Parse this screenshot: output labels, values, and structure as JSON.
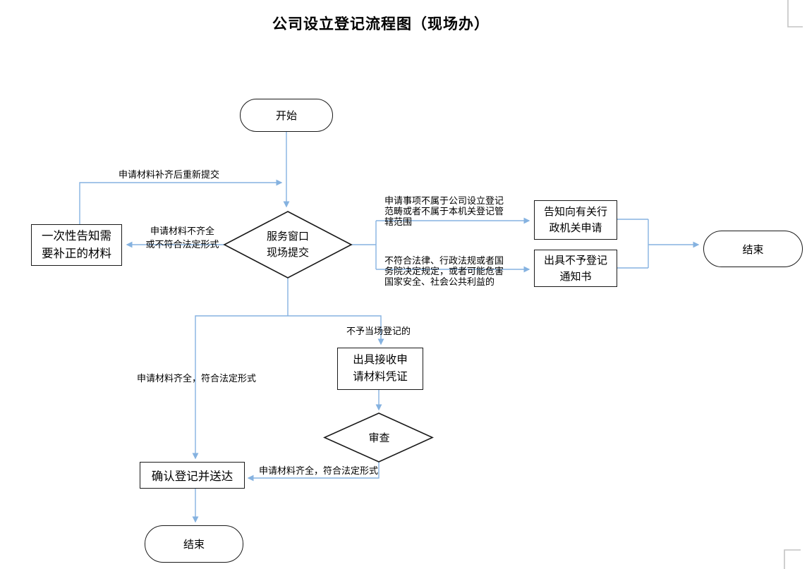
{
  "title": "公司设立登记流程图（现场办）",
  "colors": {
    "connector": "#85b2e0",
    "shape_border": "#191919",
    "text": "#000000",
    "margin_mark": "#c3c3c3"
  },
  "nodes": {
    "start": {
      "label": "开始",
      "shape": "oval"
    },
    "submit_decision": {
      "label": "服务窗口\n现场提交",
      "shape": "diamond"
    },
    "notify_correction": {
      "label": "一次性告知需\n要补正的材料",
      "shape": "rect"
    },
    "notify_other_authority": {
      "label": "告知向有关行\n政机关申请",
      "shape": "rect"
    },
    "rejection_notice": {
      "label": "出具不予登记\n通知书",
      "shape": "rect"
    },
    "end_right": {
      "label": "结束",
      "shape": "oval"
    },
    "receipt_voucher": {
      "label": "出具接收申\n请材料凭证",
      "shape": "rect"
    },
    "review_decision": {
      "label": "审查",
      "shape": "diamond"
    },
    "confirm_register": {
      "label": "确认登记并送达",
      "shape": "rect"
    },
    "end_bottom": {
      "label": "结束",
      "shape": "oval"
    }
  },
  "edge_labels": {
    "resubmit": "申请材料补齐后重新提交",
    "incomplete": "申请材料不齐全\n或不符合法定形式",
    "not_in_scope": "申请事项不属于公司设立登记\n范畴或者不属于本机关登记管\n辖范围",
    "violate_law": "不符合法律、行政法规或者国\n务院决定规定，或者可能危害\n国家安全、社会公共利益的",
    "not_onsite": "不予当场登记的",
    "complete_to_confirm": "申请材料齐全，符合法定形式",
    "complete_after_review": "申请材料齐全，符合法定形式"
  }
}
